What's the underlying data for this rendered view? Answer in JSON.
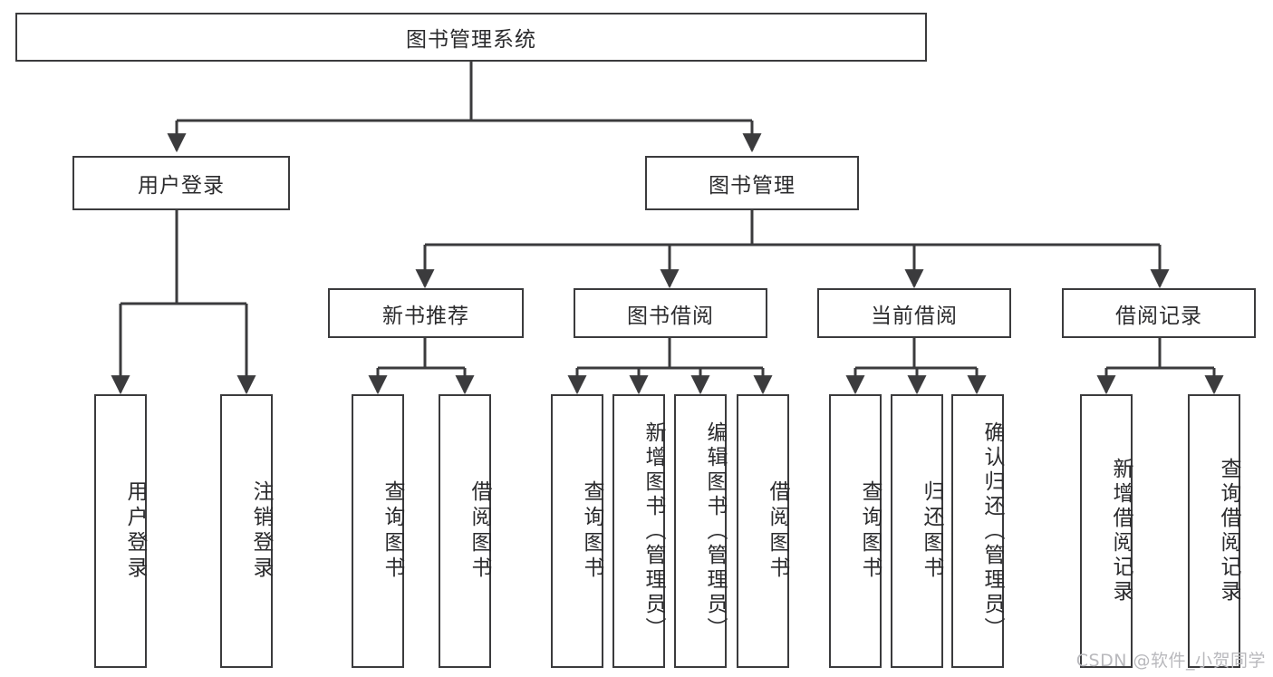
{
  "diagram": {
    "type": "tree",
    "title": "图书管理系统",
    "root": {
      "label": "图书管理系统"
    },
    "level2": [
      {
        "label": "用户登录"
      },
      {
        "label": "图书管理"
      }
    ],
    "level3": [
      {
        "label": "新书推荐"
      },
      {
        "label": "图书借阅"
      },
      {
        "label": "当前借阅"
      },
      {
        "label": "借阅记录"
      }
    ],
    "leaves": {
      "user_login": [
        {
          "label": "用户登录"
        },
        {
          "label": "注销登录"
        }
      ],
      "new_book_recommend": [
        {
          "label": "查询图书"
        },
        {
          "label": "借阅图书"
        }
      ],
      "book_borrow": [
        {
          "label": "查询图书"
        },
        {
          "label": "新增图书（管理员）"
        },
        {
          "label": "编辑图书（管理员）"
        },
        {
          "label": "借阅图书"
        }
      ],
      "current_borrow": [
        {
          "label": "查询图书"
        },
        {
          "label": "归还图书"
        },
        {
          "label": "确认归还（管理员）"
        }
      ],
      "borrow_record": [
        {
          "label": "新增借阅记录"
        },
        {
          "label": "查询借阅记录"
        }
      ]
    }
  },
  "watermark": {
    "text": "CSDN @软件_小贺同学"
  },
  "colors": {
    "stroke": "#3b3b3d",
    "background": "#ffffff",
    "text": "#2b2b2d",
    "watermark": "#b9b9bd"
  }
}
